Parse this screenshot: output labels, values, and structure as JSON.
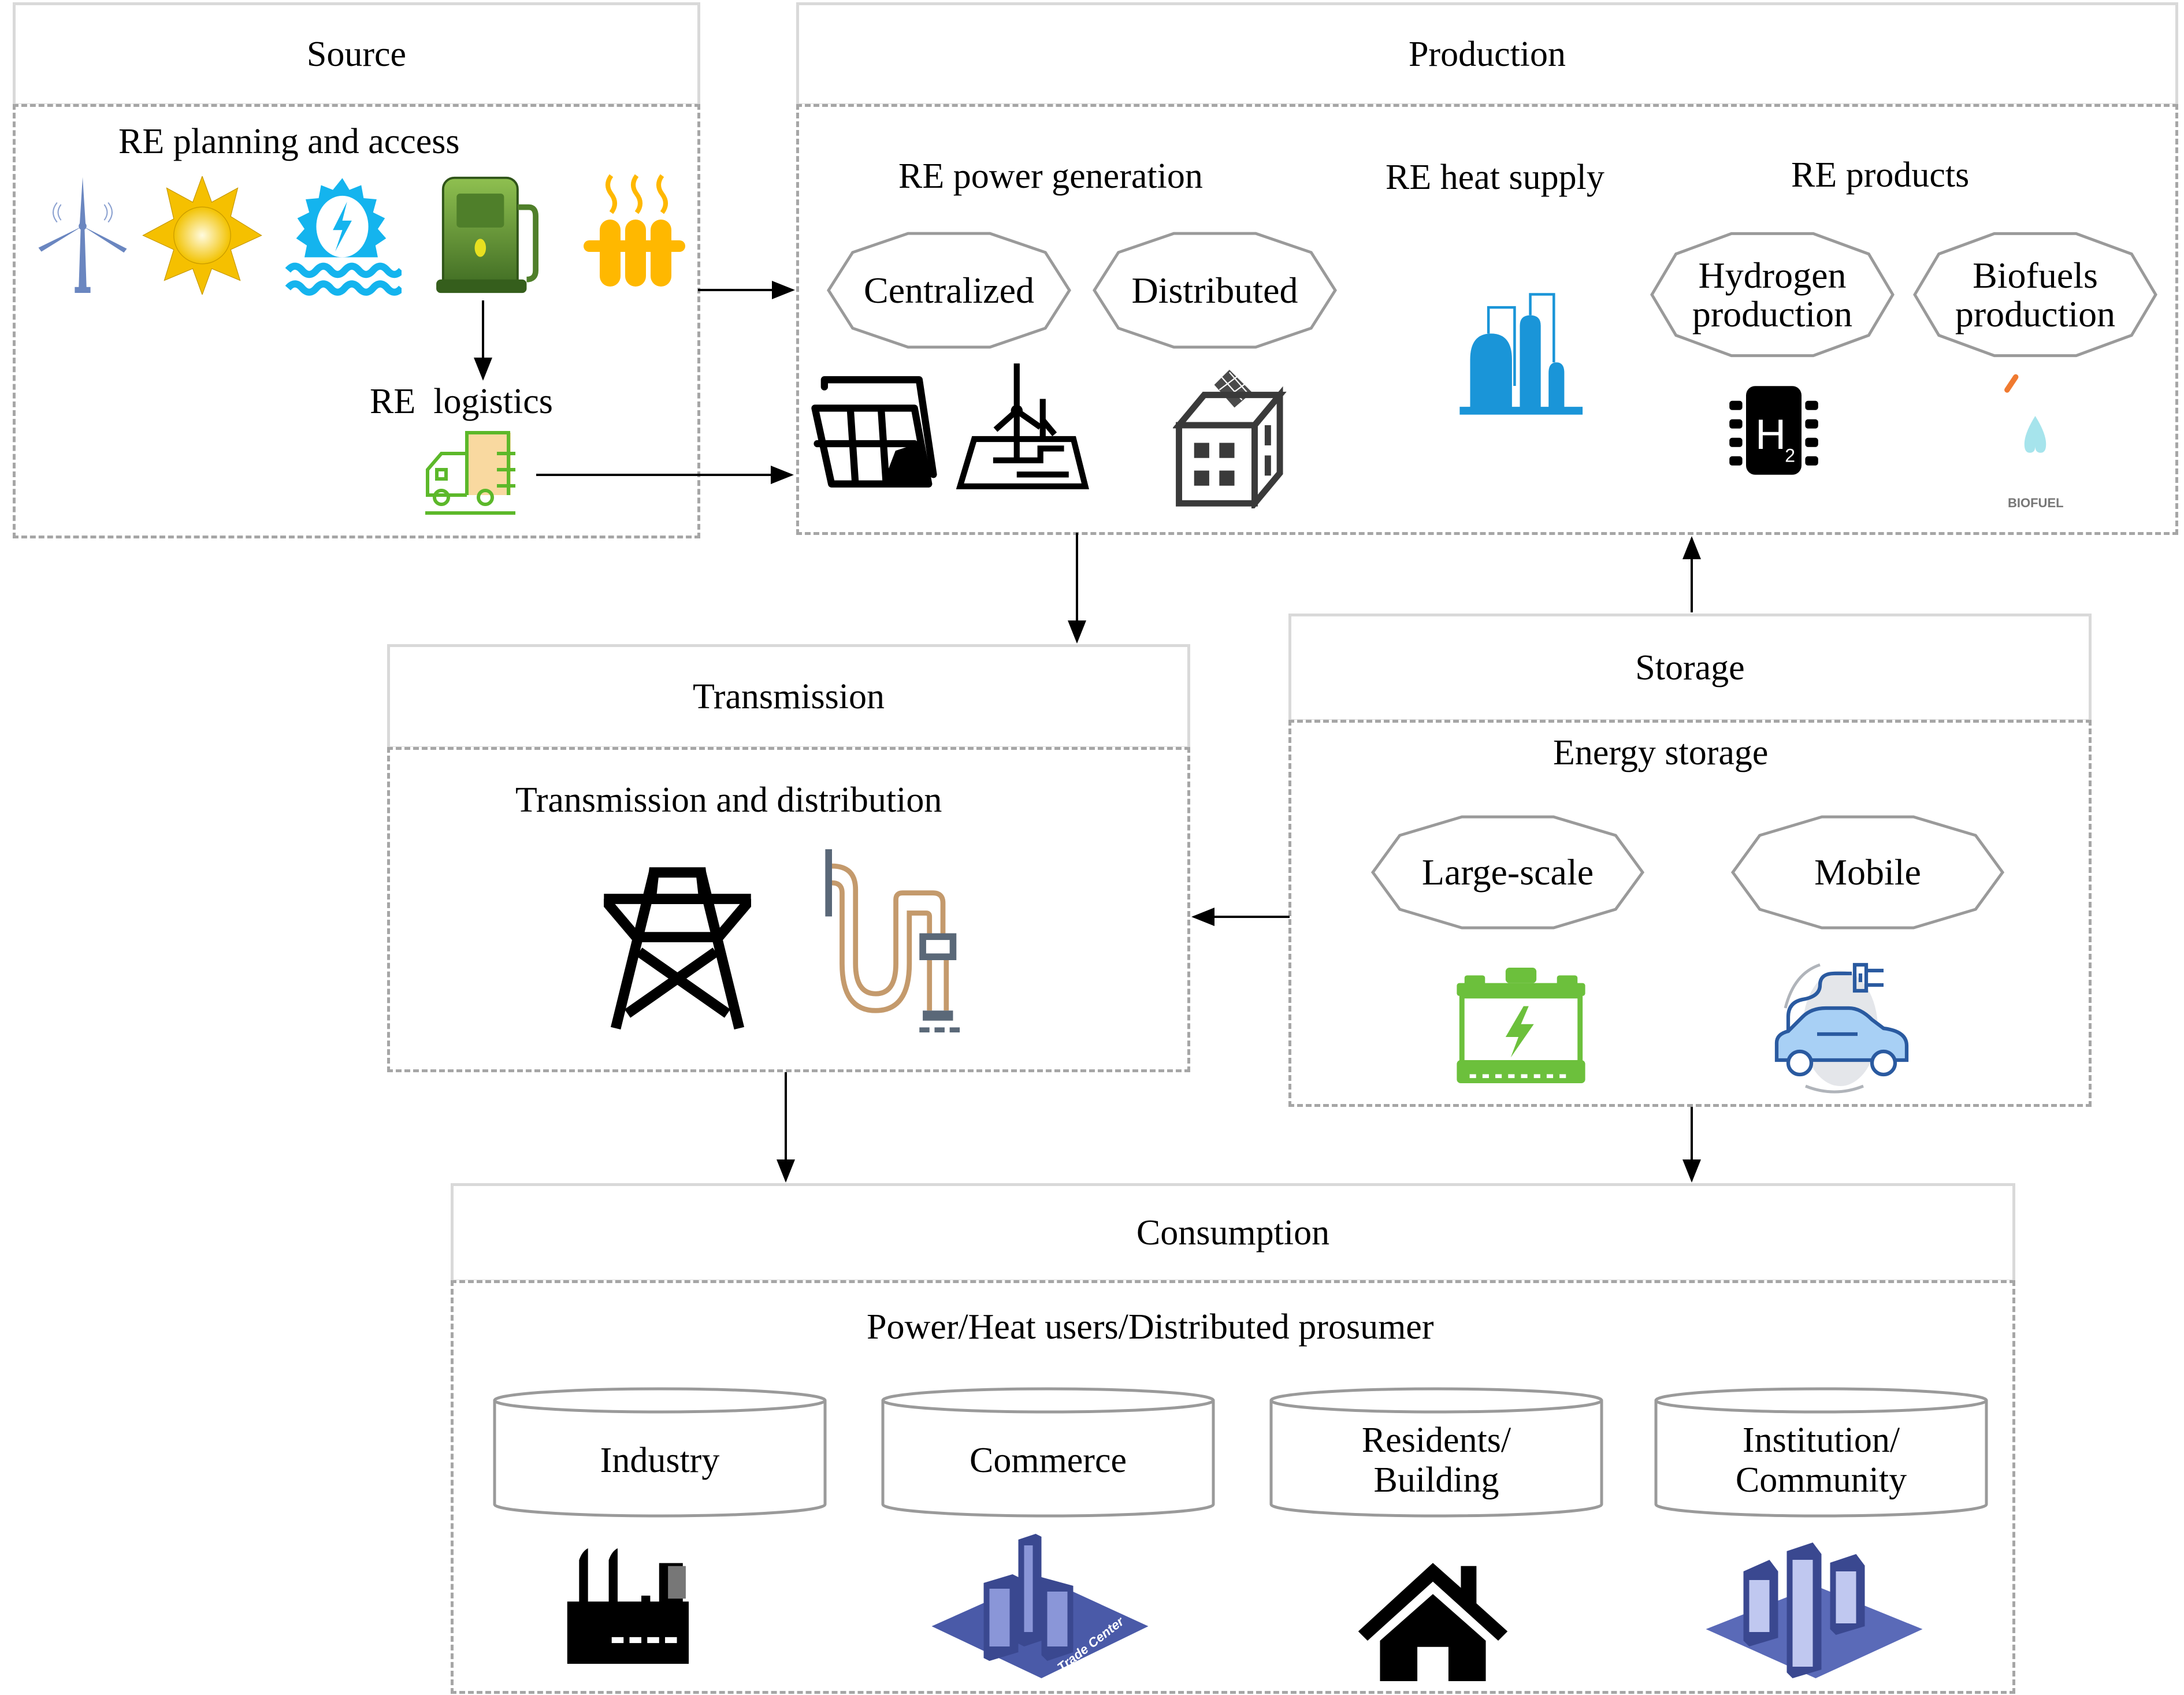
{
  "source": {
    "title": "Source",
    "planning_label": "RE planning and access",
    "logistics_label": "RE  logistics",
    "icons": [
      "wind-turbine-icon",
      "sun-icon",
      "hydropower-icon",
      "biofuel-pump-icon",
      "geothermal-heat-icon"
    ],
    "logistics_icon": "delivery-truck-icon"
  },
  "production": {
    "title": "Production",
    "power_generation": {
      "label": "RE power generation",
      "options": [
        "Centralized",
        "Distributed"
      ],
      "icons": [
        "solar-farm-icon",
        "wind-farm-icon",
        "rooftop-solar-building-icon"
      ]
    },
    "heat_supply": {
      "label": "RE heat supply",
      "icon": "heat-plant-tanks-icon"
    },
    "products": {
      "label": "RE products",
      "options": [
        "Hydrogen production",
        "Biofuels production"
      ],
      "hydrogen_icon_text": "H",
      "hydrogen_icon_sub": "2",
      "biofuel_icon_text": "BIOFUEL"
    }
  },
  "transmission": {
    "title": "Transmission",
    "label": "Transmission and distribution",
    "icons": [
      "power-tower-icon",
      "pipeline-icon"
    ]
  },
  "storage": {
    "title": "Storage",
    "label": "Energy storage",
    "options": [
      "Large-scale",
      "Mobile"
    ],
    "icons": [
      "battery-icon",
      "electric-car-icon"
    ]
  },
  "consumption": {
    "title": "Consumption",
    "label": "Power/Heat users/Distributed prosumer",
    "users": [
      {
        "label": "Industry",
        "icon": "factory-icon"
      },
      {
        "label": "Commerce",
        "icon": "commercial-buildings-icon",
        "icon_text": "Trade Center"
      },
      {
        "label": "Residents/\nBuilding",
        "line1": "Residents/",
        "line2": "Building",
        "icon": "house-icon"
      },
      {
        "label": "Institution/\nCommunity",
        "line1": "Institution/",
        "line2": "Community",
        "icon": "apartment-blocks-icon"
      }
    ]
  },
  "colors": {
    "header_border": "#d9d9d9",
    "body_border": "#a6a6a6",
    "arrow": "#000000",
    "wind": "#6a86c0",
    "sun": "#f5c000",
    "hydro": "#14b4ee",
    "biofuel_pump": "#5a8a2e",
    "heat": "#ffb800",
    "truck": "#5cb82a",
    "heat_plant": "#1a95d8",
    "pipe": "#c49a6c",
    "battery": "#6cc03c",
    "car": "#a8d0f5",
    "building_blue": "#4a5aa8"
  }
}
